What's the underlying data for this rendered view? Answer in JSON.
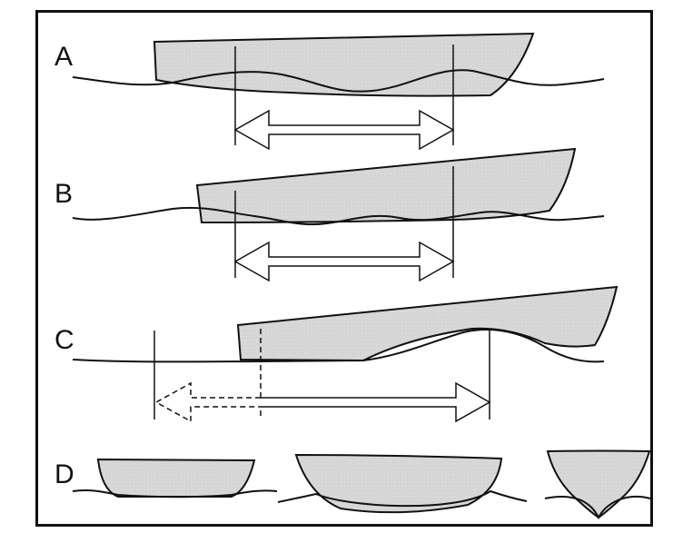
{
  "rows": [
    {
      "id": "A",
      "label": "A"
    },
    {
      "id": "B",
      "label": "B"
    },
    {
      "id": "C",
      "label": "C"
    },
    {
      "id": "D",
      "label": "D"
    }
  ],
  "colors": {
    "hull_fill": "#d9d9d9",
    "stroke": "#111111",
    "background": "#ffffff"
  }
}
